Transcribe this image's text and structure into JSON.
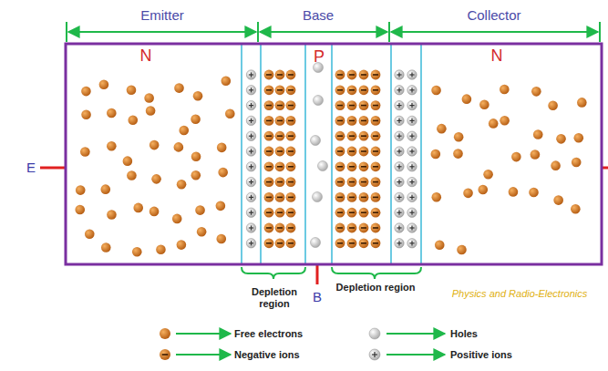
{
  "diagram": {
    "labels": [
      "Emitter",
      "Base",
      "Collector",
      "N",
      "P",
      "N",
      "E",
      "B",
      "Depletion region",
      "Depletion region",
      "Physics and Radio-Electronics"
    ],
    "legend": [
      {
        "text": "Free electrons"
      },
      {
        "text": "Negative ions"
      },
      {
        "text": "Holes"
      },
      {
        "text": "Positive ions"
      }
    ]
  }
}
